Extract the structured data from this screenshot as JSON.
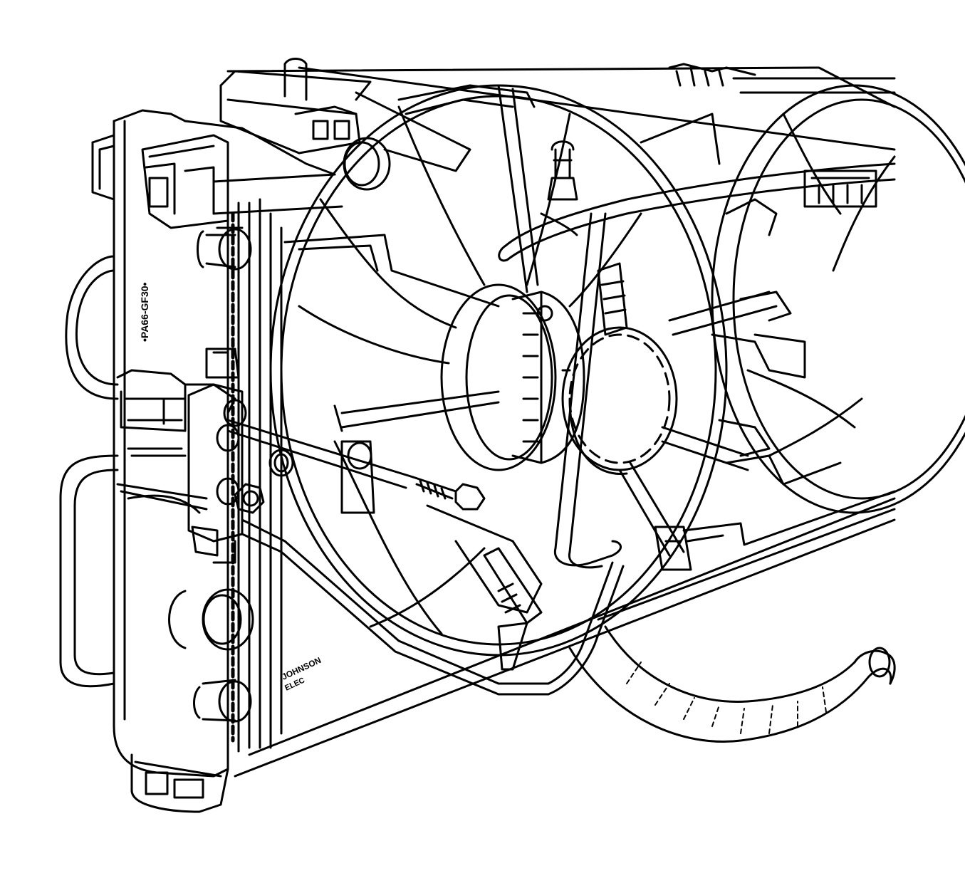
{
  "diagram": {
    "style": "black-and-white technical line illustration",
    "line_color": "#000000",
    "background_color": "#ffffff"
  },
  "labels": {
    "tank_part_number": "•PA66-GF30•",
    "shroud_brand_line1": "JOHNSON",
    "shroud_brand_line2": "ELEC"
  }
}
